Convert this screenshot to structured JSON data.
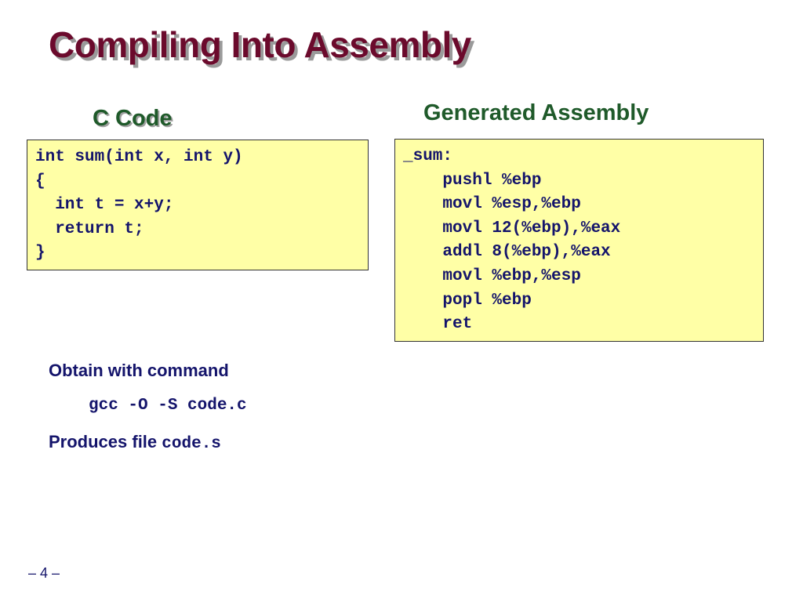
{
  "slide": {
    "title": "Compiling Into Assembly",
    "page_number": "– 4 –"
  },
  "c_code": {
    "heading": "C Code",
    "lines": [
      "int sum(int x, int y)",
      "{",
      "  int t = x+y;",
      "  return t;",
      "}"
    ]
  },
  "assembly": {
    "heading": "Generated Assembly",
    "lines": [
      "_sum:",
      "    pushl %ebp",
      "    movl %esp,%ebp",
      "    movl 12(%ebp),%eax",
      "    addl 8(%ebp),%eax",
      "    movl %ebp,%esp",
      "    popl %ebp",
      "    ret"
    ]
  },
  "notes": {
    "obtain_label": "Obtain with command",
    "command": "gcc -O -S code.c",
    "produces_label": "Produces file ",
    "produces_file": "code.s"
  },
  "colors": {
    "title": "#6b0a2c",
    "heading": "#1f5a2a",
    "code_text": "#14146b",
    "code_background": "#ffffa6"
  }
}
